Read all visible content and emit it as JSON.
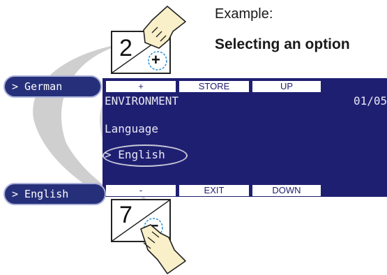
{
  "header": {
    "example_label": "Example:",
    "selecting_label": "Selecting an option"
  },
  "keys": {
    "top": {
      "number": "2",
      "symbol": "+"
    },
    "bottom": {
      "number": "7",
      "symbol": "–"
    }
  },
  "pills": {
    "german": "> German",
    "english": "> English"
  },
  "display": {
    "top_softkeys": [
      "+",
      "STORE",
      "UP"
    ],
    "bottom_softkeys": [
      "-",
      "EXIT",
      "DOWN"
    ],
    "title": "ENVIRONMENT",
    "page_indicator": "01/05",
    "parameter_label": "Language",
    "selected_option": "> English"
  },
  "colors": {
    "display_background": "#1f1f72",
    "pill_background": "#26307a",
    "highlight_circle": "#2b8fd0"
  }
}
